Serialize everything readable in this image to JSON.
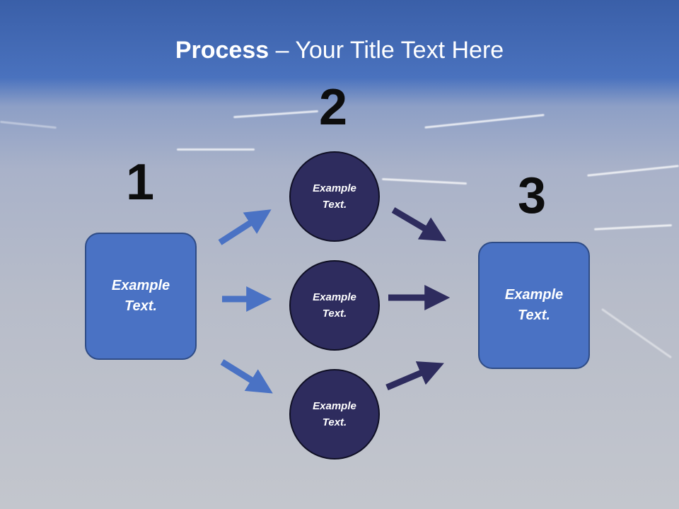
{
  "title": {
    "bold": "Process",
    "rest": " – Your Title Text Here"
  },
  "steps": {
    "one": "1",
    "two": "2",
    "three": "3"
  },
  "left_box": {
    "text": "Example\nText."
  },
  "circles": [
    {
      "text": "Example\nText."
    },
    {
      "text": "Example\nText."
    },
    {
      "text": "Example\nText."
    }
  ],
  "right_box": {
    "text": "Example\nText."
  },
  "colors": {
    "box": "#4a72c4",
    "circle": "#2e2c5e",
    "arrow_light": "#4a72c4",
    "arrow_dark": "#2e2c5e"
  }
}
